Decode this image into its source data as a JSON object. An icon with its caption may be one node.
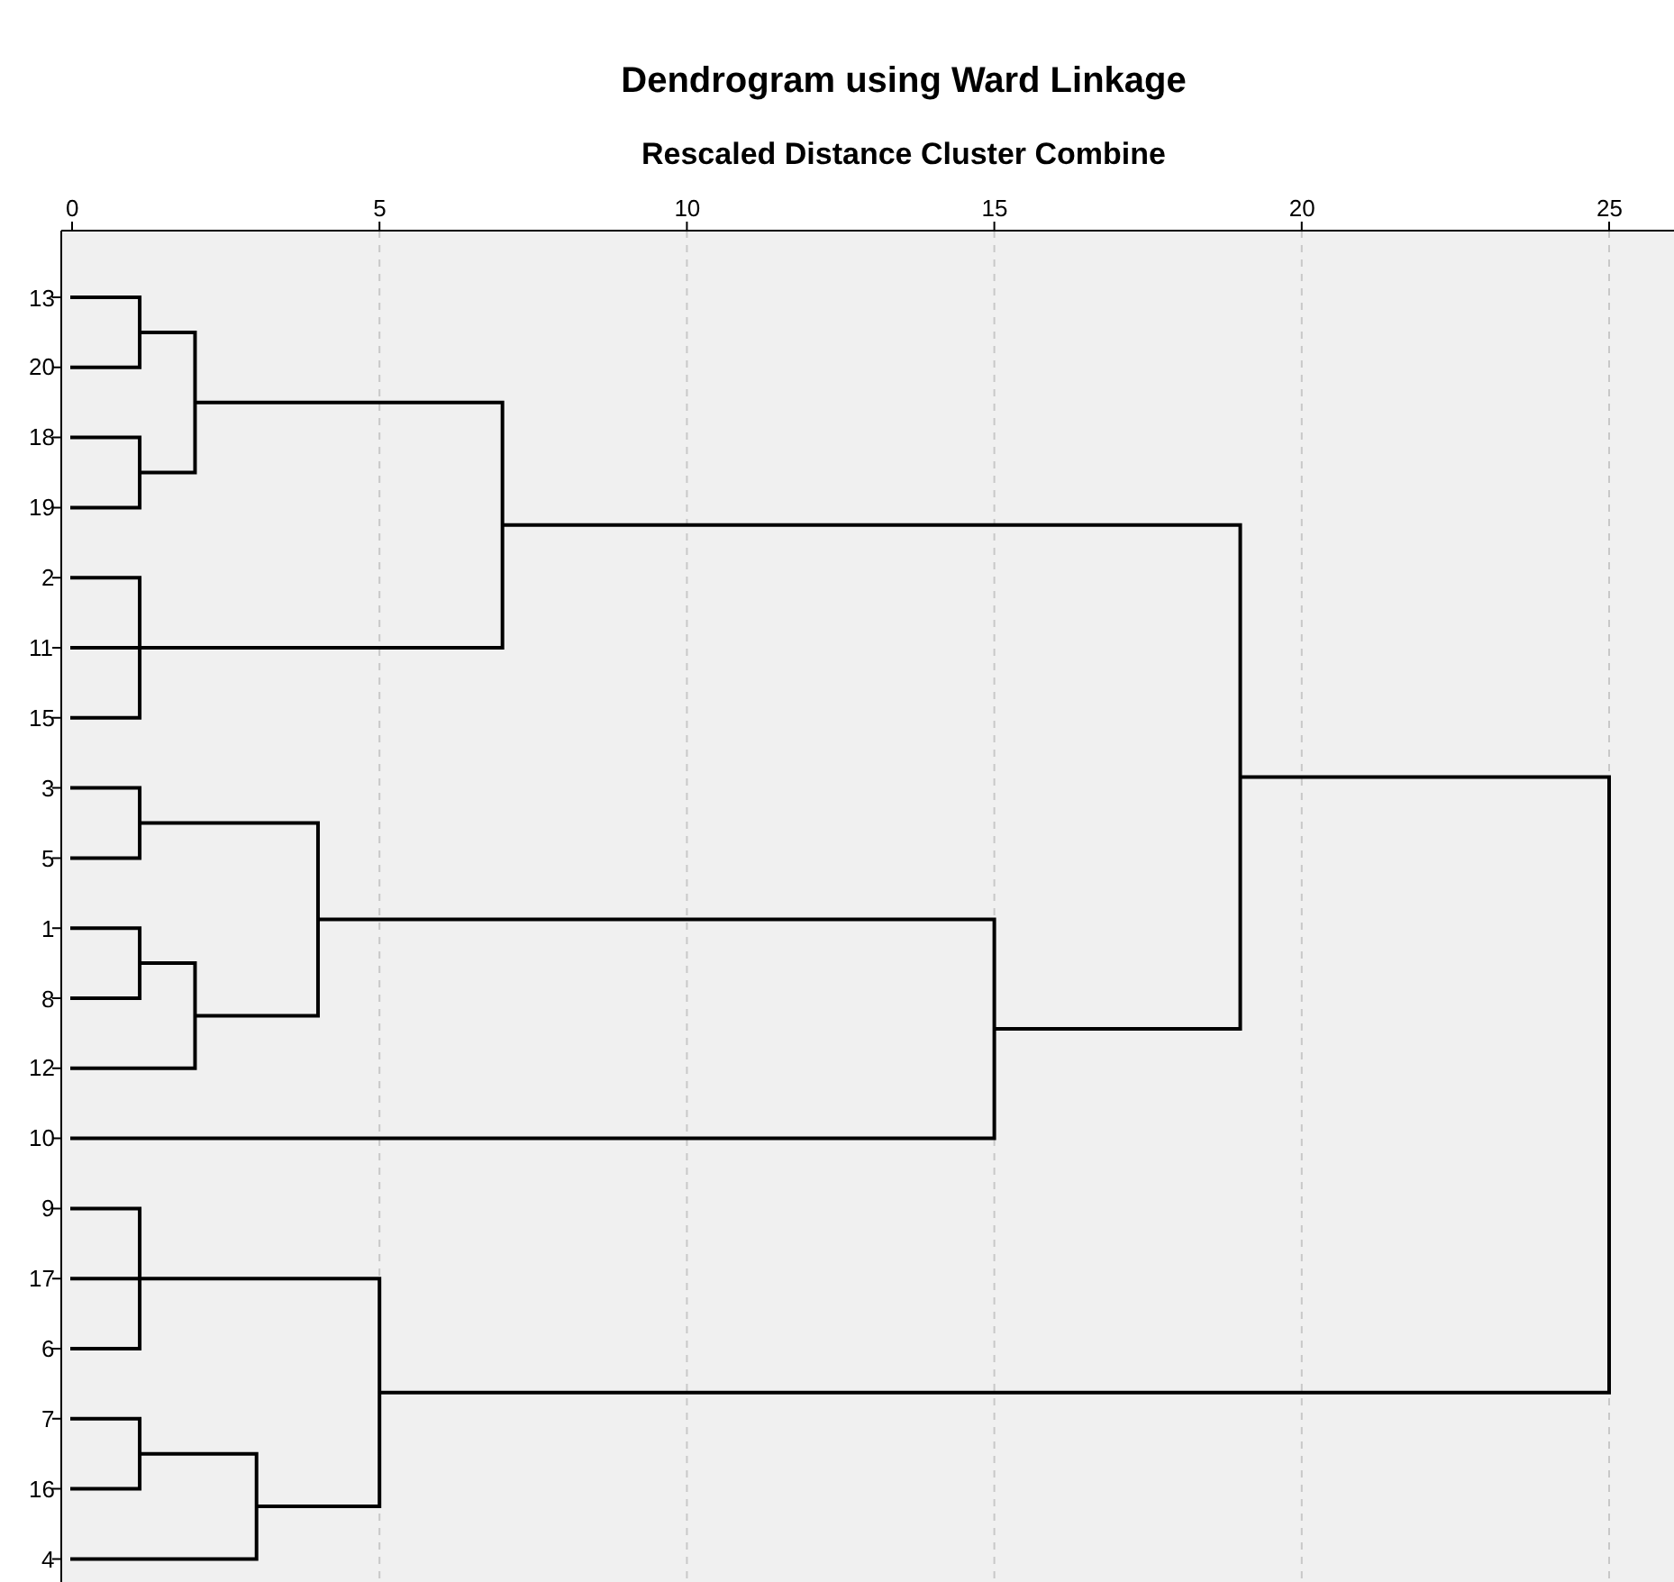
{
  "diagram": {
    "title": "Dendrogram using Ward Linkage",
    "labels": [
      "Rescaled Distance Cluster Combine",
      "0",
      "5",
      "10",
      "15",
      "20",
      "25",
      "13",
      "20",
      "18",
      "19",
      "2",
      "11",
      "15",
      "3",
      "5",
      "1",
      "8",
      "12",
      "10",
      "9",
      "17",
      "6",
      "7",
      "16",
      "4"
    ]
  }
}
